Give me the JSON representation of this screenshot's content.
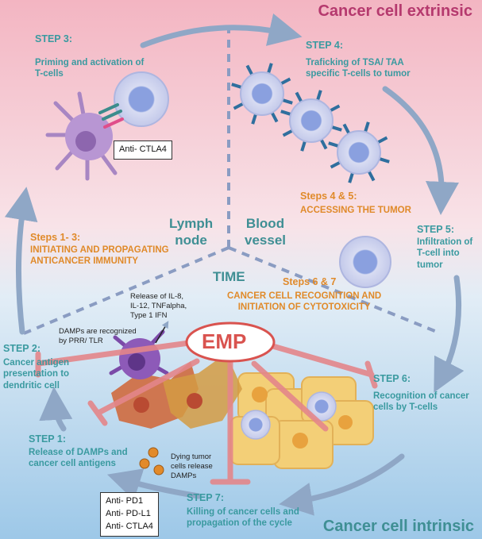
{
  "titles": {
    "extrinsic": "Cancer cell extrinsic",
    "intrinsic": "Cancer cell intrinsic"
  },
  "center": {
    "lymph_node": "Lymph\nnode",
    "blood_vessel": "Blood\nvessel",
    "time": "TIME",
    "emp": "EMP"
  },
  "steps": {
    "step1": {
      "head": "STEP 1:",
      "desc": "Release of DAMPs and\ncancer cell antigens"
    },
    "step2": {
      "head": "STEP 2:",
      "desc": "Cancer antigen\npresentation to\ndendritic cell"
    },
    "step3": {
      "head": "STEP 3:",
      "desc": "Priming and activation of\nT-cells"
    },
    "step4": {
      "head": "STEP 4:",
      "desc": "Traficking of TSA/ TAA\nspecific T-cells to tumor"
    },
    "step5": {
      "head": "STEP 5:",
      "desc": "Infiltration of\nT-cell into\ntumor"
    },
    "step6": {
      "head": "STEP 6:",
      "desc": "Recognition of cancer\ncells by T-cells"
    },
    "step7": {
      "head": "STEP 7:",
      "desc": "Killing of cancer cells and\npropagation of the cycle"
    }
  },
  "phases": {
    "initiating": {
      "head": "Steps 1- 3:",
      "desc": "INITIATING AND PROPAGATING\nANTICANCER IMMUNITY"
    },
    "accessing": {
      "head": "Steps 4 & 5:",
      "desc": "ACCESSING THE TUMOR"
    },
    "recognition": {
      "head": "Steps 6 & 7",
      "desc": "CANCER CELL RECOGNITION AND\nINITIATION OF CYTOTOXICITY"
    }
  },
  "annotations": {
    "release": "Release of IL-8,\nIL-12, TNFalpha,\nType 1 IFN",
    "damps_recognized": "DAMPs are recognized\nby PRR/ TLR",
    "dying_cells": "Dying tumor\ncells release\nDAMPs"
  },
  "boxes": {
    "ctla4_top": "Anti- CTLA4",
    "checkpoints": "Anti- PD1\nAnti- PD-L1\nAnti- CTLA4"
  },
  "colors": {
    "pink_bg": "#f3bcc6",
    "blue_bg": "#b9d7ec",
    "teal_text": "#3a9aa0",
    "orange_text": "#e08a2a",
    "arrow": "#8fa7c6",
    "emp_red": "#d9534f",
    "inhibit": "#e4868a"
  }
}
